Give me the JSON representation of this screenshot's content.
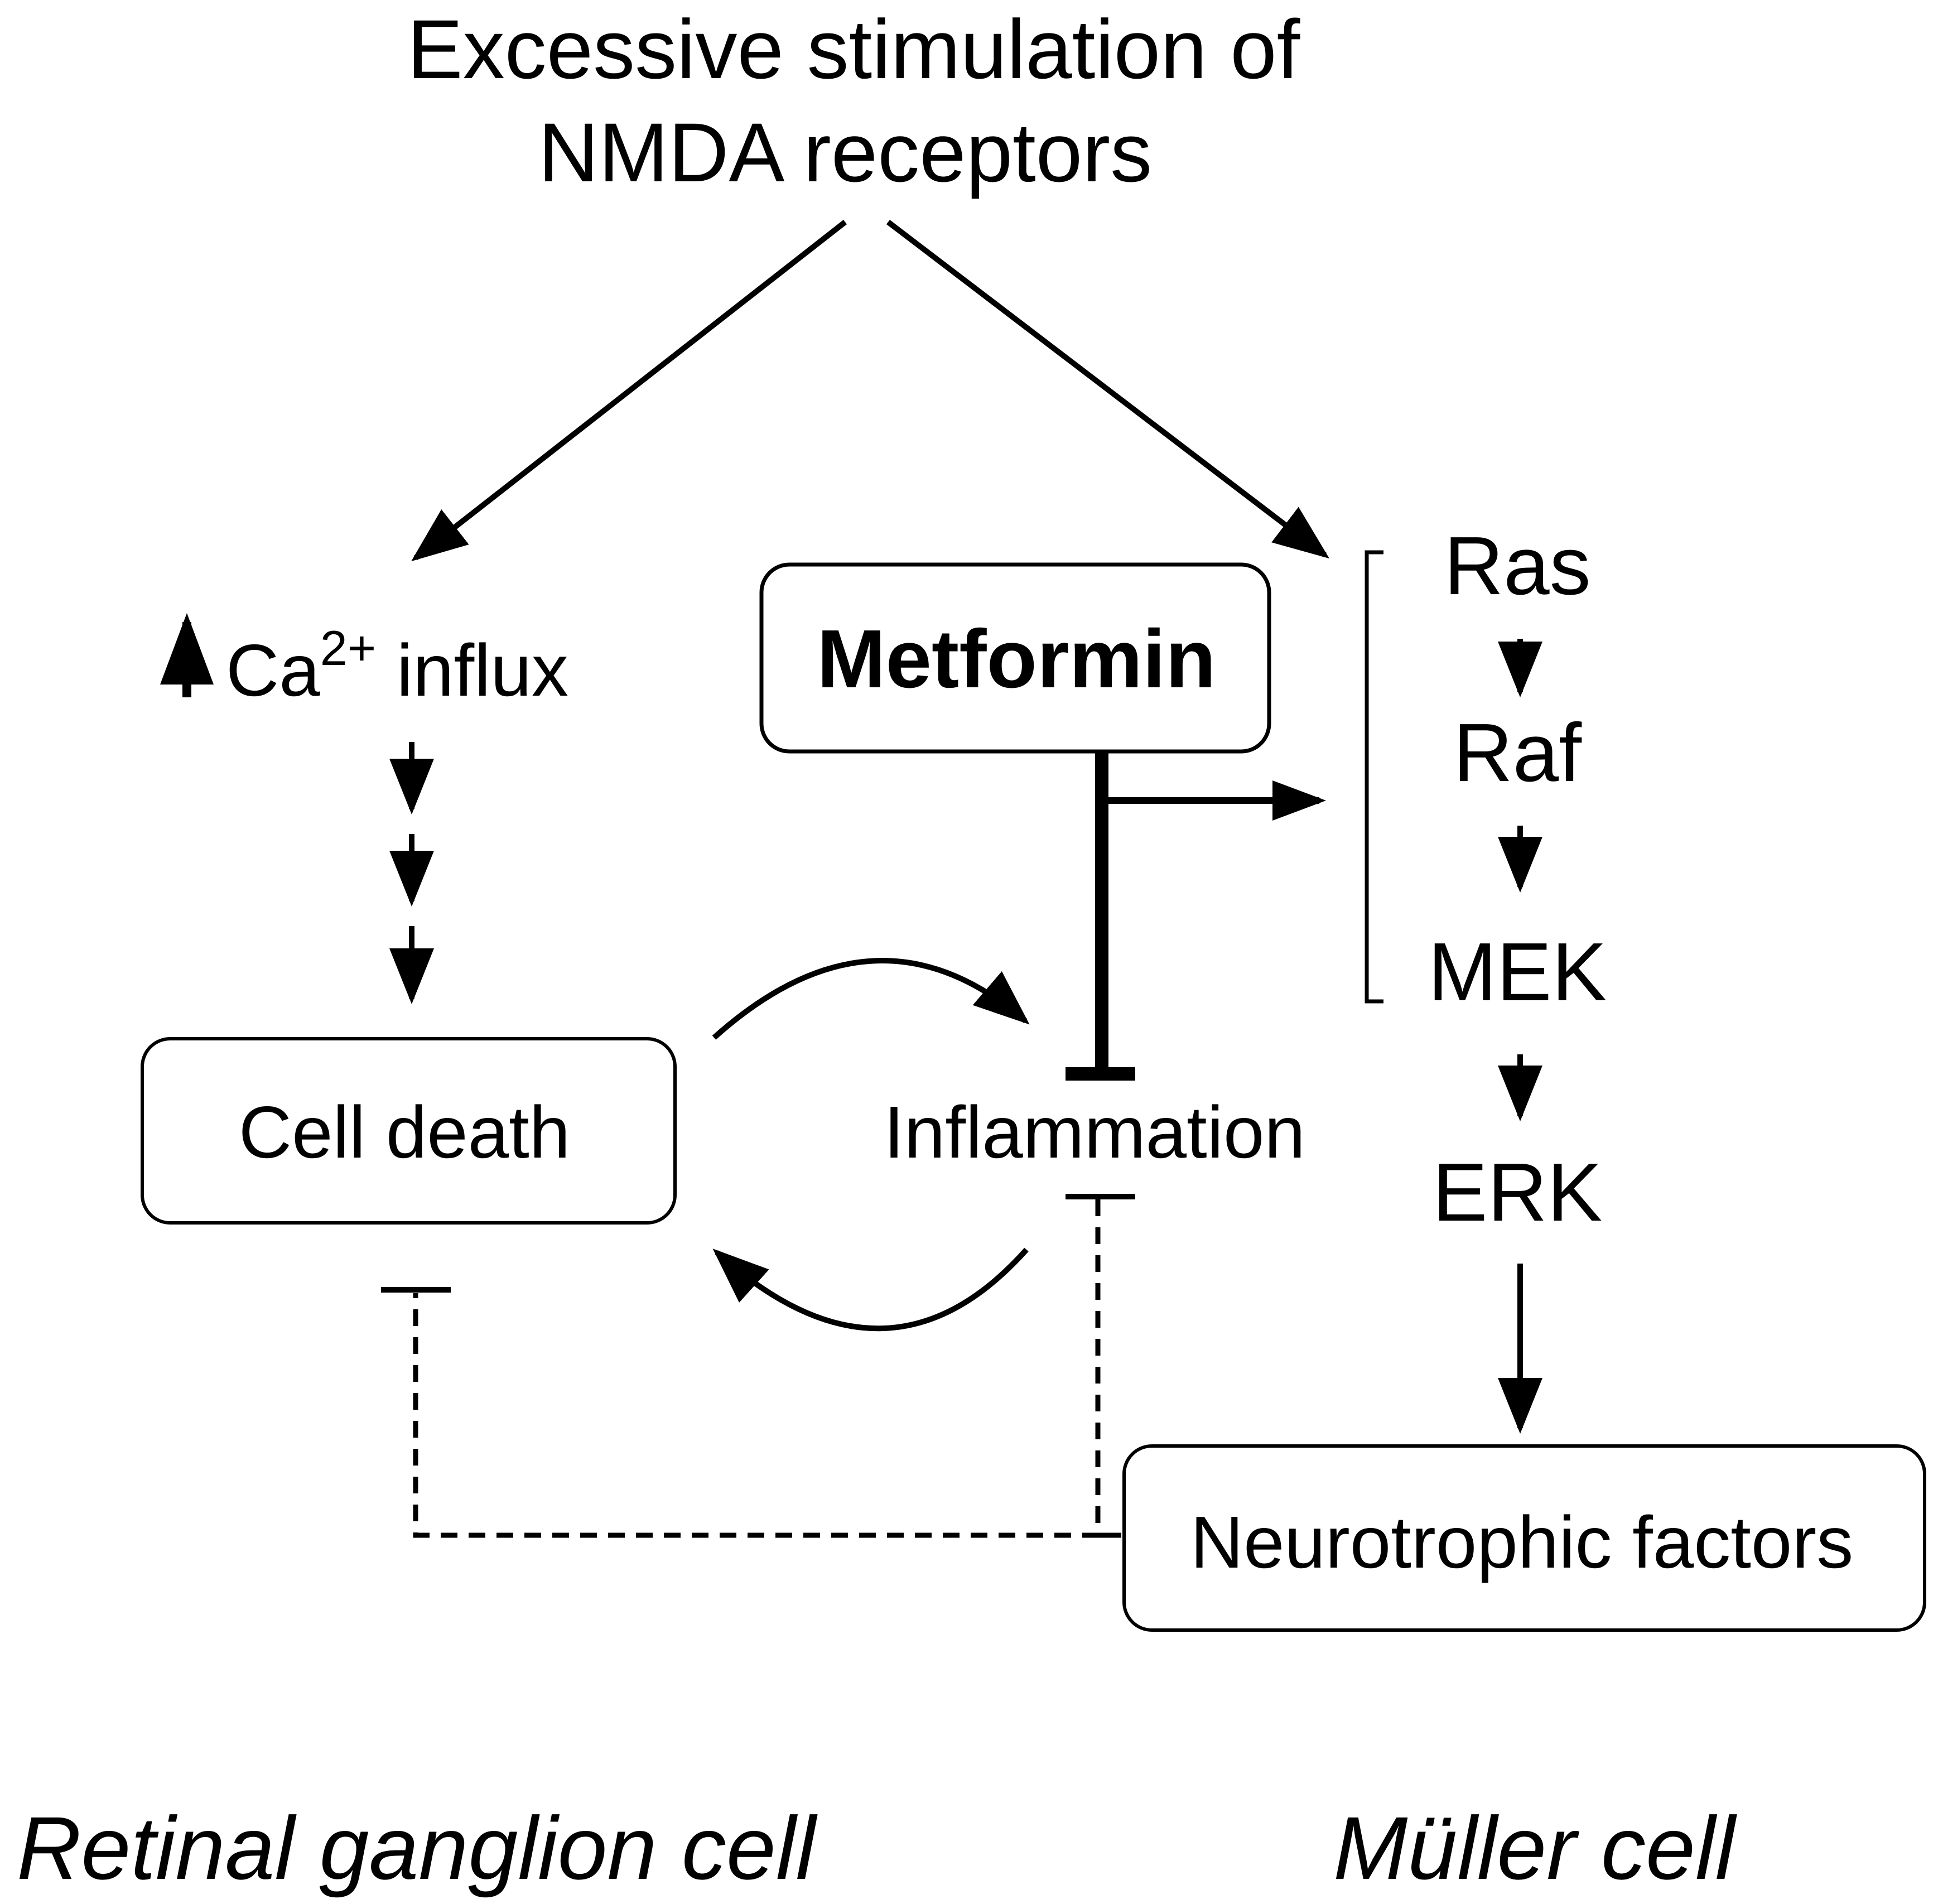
{
  "stimulus": {
    "line1": "Excessive stimulation of",
    "line2": "NMDA receptors"
  },
  "calcium": {
    "prefix": "Ca",
    "superscript": "2+",
    "suffix": " influx"
  },
  "cell_death": "Cell death",
  "metformin": "Metformin",
  "inflammation": "Inflammation",
  "pathway": {
    "ras": "Ras",
    "raf": "Raf",
    "mek": "MEK",
    "erk": "ERK"
  },
  "neurotrophic": "Neurotrophic  factors",
  "cells": {
    "left": "Retinal ganglion cell",
    "right": "Müller cell"
  }
}
